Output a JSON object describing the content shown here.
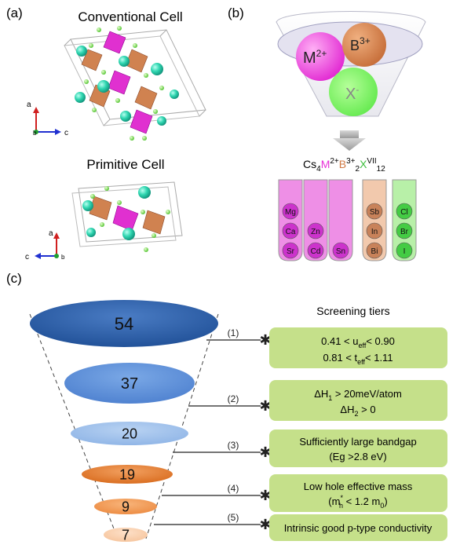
{
  "panel_a": {
    "label": "(a)",
    "conventional_title": "Conventional Cell",
    "primitive_title": "Primitive Cell",
    "axes_conv": {
      "a": "a",
      "b": "b",
      "c": "c"
    },
    "axes_prim": {
      "a": "a",
      "b": "b",
      "c": "c"
    }
  },
  "panel_b": {
    "label": "(b)",
    "funnel_balls": {
      "m": "M",
      "m_charge": "2+",
      "b": "B",
      "b_charge": "3+",
      "x": "X",
      "x_charge": "-"
    },
    "formula": {
      "cs": "Cs",
      "cs_sub": "4",
      "m": "M",
      "m_sup": "2+",
      "b": "B",
      "b_sup": "3+",
      "b_sub": "2",
      "x": "X",
      "x_sup": "VII",
      "x_sub": "12"
    },
    "columns": [
      {
        "elements": [
          "Mg",
          "Ca",
          "Sr"
        ],
        "color": "#ee8fe6",
        "ball": "#cc33cc"
      },
      {
        "elements": [
          "Zn",
          "Cd"
        ],
        "color": "#ee8fe6",
        "ball": "#cc33cc"
      },
      {
        "elements": [
          "Sn"
        ],
        "color": "#ee8fe6",
        "ball": "#cc33cc"
      },
      {
        "elements": [
          "Sb",
          "In",
          "Bi"
        ],
        "color": "#f2c9ad",
        "ball": "#c8825a"
      },
      {
        "elements": [
          "Cl",
          "Br",
          "I"
        ],
        "color": "#b8f0a8",
        "ball": "#44cc44"
      }
    ]
  },
  "panel_c": {
    "label": "(c)",
    "header": "Screening tiers",
    "tiers": [
      {
        "count": "54",
        "step": "(1)"
      },
      {
        "count": "37",
        "step": "(2)"
      },
      {
        "count": "20",
        "step": "(3)"
      },
      {
        "count": "19",
        "step": "(4)"
      },
      {
        "count": "9",
        "step": "(5)"
      },
      {
        "count": "7",
        "step": ""
      }
    ],
    "criteria": {
      "c1_line1_a": "0.41 < u",
      "c1_line1_sub": "eff",
      "c1_line1_b": "< 0.90",
      "c1_line2_a": "0.81 < t",
      "c1_line2_sub": "eff",
      "c1_line2_b": "< 1.11",
      "c2_line1_a": "ΔH",
      "c2_line1_sub": "1",
      "c2_line1_b": " > 20meV/atom",
      "c2_line2_a": "ΔH",
      "c2_line2_sub": "2",
      "c2_line2_b": " > 0",
      "c3_line1": "Sufficiently large bandgap",
      "c3_line2": "(Eg >2.8 eV)",
      "c4_line1": "Low hole effective mass",
      "c4_line2_a": "(m",
      "c4_line2_sup": "*",
      "c4_line2_sub": "h",
      "c4_line2_b": " < 1.2 m",
      "c4_line2_sub2": "0",
      "c4_line2_c": ")",
      "c5_line1": "Intrinsic good p-type conductivity"
    }
  },
  "colors": {
    "magenta": "#e830d8",
    "orange": "#d07a45",
    "green": "#66ee55",
    "box": "#c5e08a"
  }
}
